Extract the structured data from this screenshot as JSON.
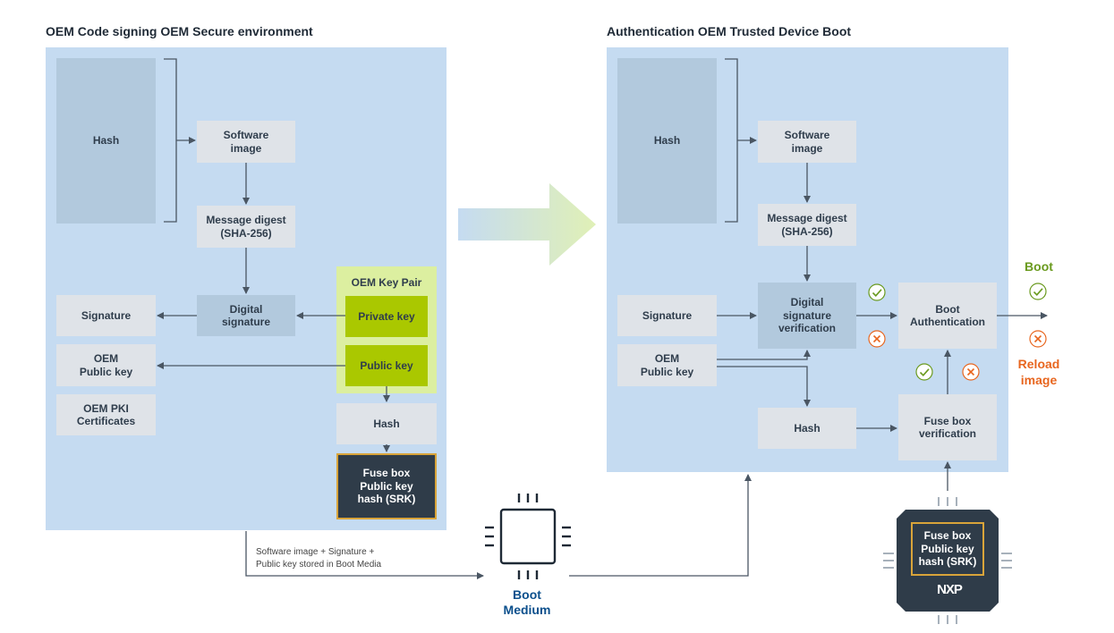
{
  "left_title": "OEM Code signing OEM Secure environment",
  "right_title": "Authentication OEM Trusted Device Boot",
  "left": {
    "hash": "Hash",
    "software_image": "Software\nimage",
    "message_digest": "Message digest\n(SHA-256)",
    "digital_signature": "Digital\nsignature",
    "signature": "Signature",
    "oem_public_key": "OEM\nPublic key",
    "oem_pki": "OEM PKI\nCertificates",
    "key_pair_title": "OEM Key Pair",
    "private_key": "Private key",
    "public_key": "Public key",
    "hash2": "Hash",
    "fuse_box": "Fuse box\nPublic key\nhash (SRK)"
  },
  "right": {
    "hash": "Hash",
    "software_image": "Software\nimage",
    "message_digest": "Message digest\n(SHA-256)",
    "signature": "Signature",
    "oem_public_key": "OEM\nPublic key",
    "digital_signature_verification": "Digital\nsignature\nverification",
    "boot_authentication": "Boot\nAuthentication",
    "hash2": "Hash",
    "fuse_box_verification": "Fuse box\nverification"
  },
  "boot_label": "Boot",
  "reload_label": "Reload\nimage",
  "boot_medium_label": "Boot\nMedium",
  "storage_note": "Software image + Signature +\nPublic key stored in Boot Media",
  "chip_fuse": "Fuse box\nPublic key\nhash (SRK)",
  "chip_brand": "NXP",
  "colors": {
    "panel": "#c5dbf1",
    "grey_box": "#dfe3e8",
    "blue_box": "#b2c9dd",
    "key_green": "#aac800",
    "key_pair_bg": "#dcefa0",
    "dark_box": "#2f3c49",
    "accent_gold": "#d9a43a",
    "boot_green": "#6a9a1f",
    "reload_orange": "#e8661f",
    "medium_blue": "#0b4f8c"
  }
}
